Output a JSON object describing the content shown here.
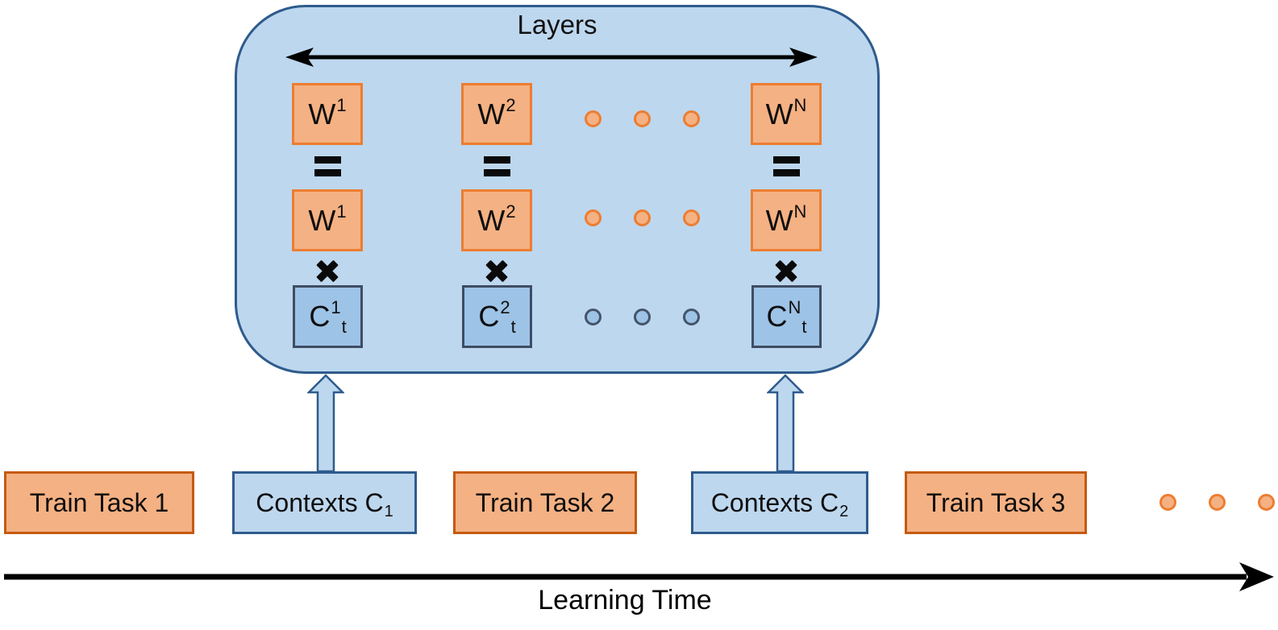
{
  "diagram_title": "Layers",
  "container": {
    "title": "Layers"
  },
  "grid": {
    "columns": [
      {
        "weight": {
          "base": "W",
          "sup": "1"
        },
        "context": {
          "base": "C",
          "sup": "1",
          "sub": "t"
        }
      },
      {
        "weight": {
          "base": "W",
          "sup": "2"
        },
        "context": {
          "base": "C",
          "sup": "2",
          "sub": "t"
        }
      },
      {
        "weight": {
          "base": "W",
          "sup": "N"
        },
        "context": {
          "base": "C",
          "sup": "N",
          "sub": "t"
        }
      }
    ],
    "operators": {
      "equals": "=",
      "times": "✕"
    }
  },
  "icons": {
    "layers-arrow": "double-headed-horizontal-arrow",
    "equals-icon": "=",
    "times-icon": "✕",
    "ellipsis-dot": "•",
    "block-up-arrow": "⬆",
    "timeline-arrow": "→"
  },
  "timeline": {
    "items": [
      {
        "type": "task",
        "label": "Train Task 1"
      },
      {
        "type": "context",
        "label": "Contexts C",
        "sub": "1"
      },
      {
        "type": "task",
        "label": "Train Task 2"
      },
      {
        "type": "context",
        "label": "Contexts C",
        "sub": "2"
      },
      {
        "type": "task",
        "label": "Train Task 3"
      }
    ],
    "axis_label": "Learning Time"
  },
  "colors": {
    "panel_fill": "#BDD7EE",
    "panel_border": "#2E5B8C",
    "weight_fill": "#F4B183",
    "weight_border": "#ED7D31",
    "task_border": "#C55A11",
    "context_inner_fill": "#9DC3E6",
    "context_inner_border": "#3F4D63",
    "context_box_border": "#2E5B8C",
    "symbol_black": "#0A0A0A"
  }
}
